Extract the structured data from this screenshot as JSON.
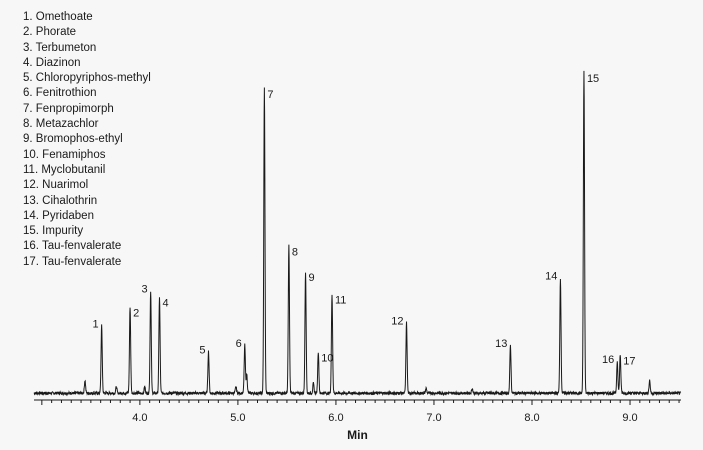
{
  "chart_data": {
    "type": "line",
    "title": "",
    "xlabel": "Min",
    "ylabel": "",
    "xlim": [
      2.92,
      9.52
    ],
    "ylim": [
      0,
      100
    ],
    "x_ticks": [
      {
        "value": 4.0,
        "label": "4.0"
      },
      {
        "value": 5.0,
        "label": "5.0"
      },
      {
        "value": 6.0,
        "label": "6.0"
      },
      {
        "value": 7.0,
        "label": "7.0"
      },
      {
        "value": 8.0,
        "label": "8.0"
      },
      {
        "value": 9.0,
        "label": "9.0"
      }
    ],
    "legend": [
      "1. Omethoate",
      "2. Phorate",
      "3. Terbumeton",
      "4. Diazinon",
      "5. Chloropyriphos-methyl",
      "6. Fenitrothion",
      "7. Fenpropimorph",
      "8. Metazachlor",
      "9. Bromophos-ethyl",
      "10. Fenamiphos",
      "11. Myclobutanil",
      "12. Nuarimol",
      "13. Cihalothrin",
      "14. Pyridaben",
      "15. Impurity",
      "16. Tau-fenvalerate",
      "17. Tau-fenvalerate"
    ],
    "peaks": [
      {
        "label": "1",
        "rt": 3.61,
        "height": 21
      },
      {
        "label": "2",
        "rt": 3.9,
        "height": 27
      },
      {
        "label": "3",
        "rt": 4.11,
        "height": 32
      },
      {
        "label": "4",
        "rt": 4.2,
        "height": 30
      },
      {
        "label": "5",
        "rt": 4.7,
        "height": 13
      },
      {
        "label": "6",
        "rt": 5.07,
        "height": 15
      },
      {
        "label": "7",
        "rt": 5.27,
        "height": 95
      },
      {
        "label": "8",
        "rt": 5.52,
        "height": 46
      },
      {
        "label": "9",
        "rt": 5.69,
        "height": 38
      },
      {
        "label": "10",
        "rt": 5.82,
        "height": 13
      },
      {
        "label": "11",
        "rt": 5.96,
        "height": 31
      },
      {
        "label": "12",
        "rt": 6.72,
        "height": 22
      },
      {
        "label": "13",
        "rt": 7.78,
        "height": 15
      },
      {
        "label": "14",
        "rt": 8.29,
        "height": 36
      },
      {
        "label": "15",
        "rt": 8.53,
        "height": 100
      },
      {
        "label": "16",
        "rt": 8.87,
        "height": 10
      },
      {
        "label": "17",
        "rt": 8.9,
        "height": 12
      }
    ],
    "minor_peaks": [
      {
        "rt": 3.44,
        "height": 4
      },
      {
        "rt": 3.76,
        "height": 2
      },
      {
        "rt": 4.05,
        "height": 2
      },
      {
        "rt": 4.98,
        "height": 2
      },
      {
        "rt": 5.09,
        "height": 6
      },
      {
        "rt": 5.77,
        "height": 3
      },
      {
        "rt": 6.92,
        "height": 1.5
      },
      {
        "rt": 7.39,
        "height": 1.5
      },
      {
        "rt": 9.2,
        "height": 4
      }
    ],
    "grid": false,
    "legend_placement": "top-left",
    "line_color": "#1a1a1a"
  }
}
